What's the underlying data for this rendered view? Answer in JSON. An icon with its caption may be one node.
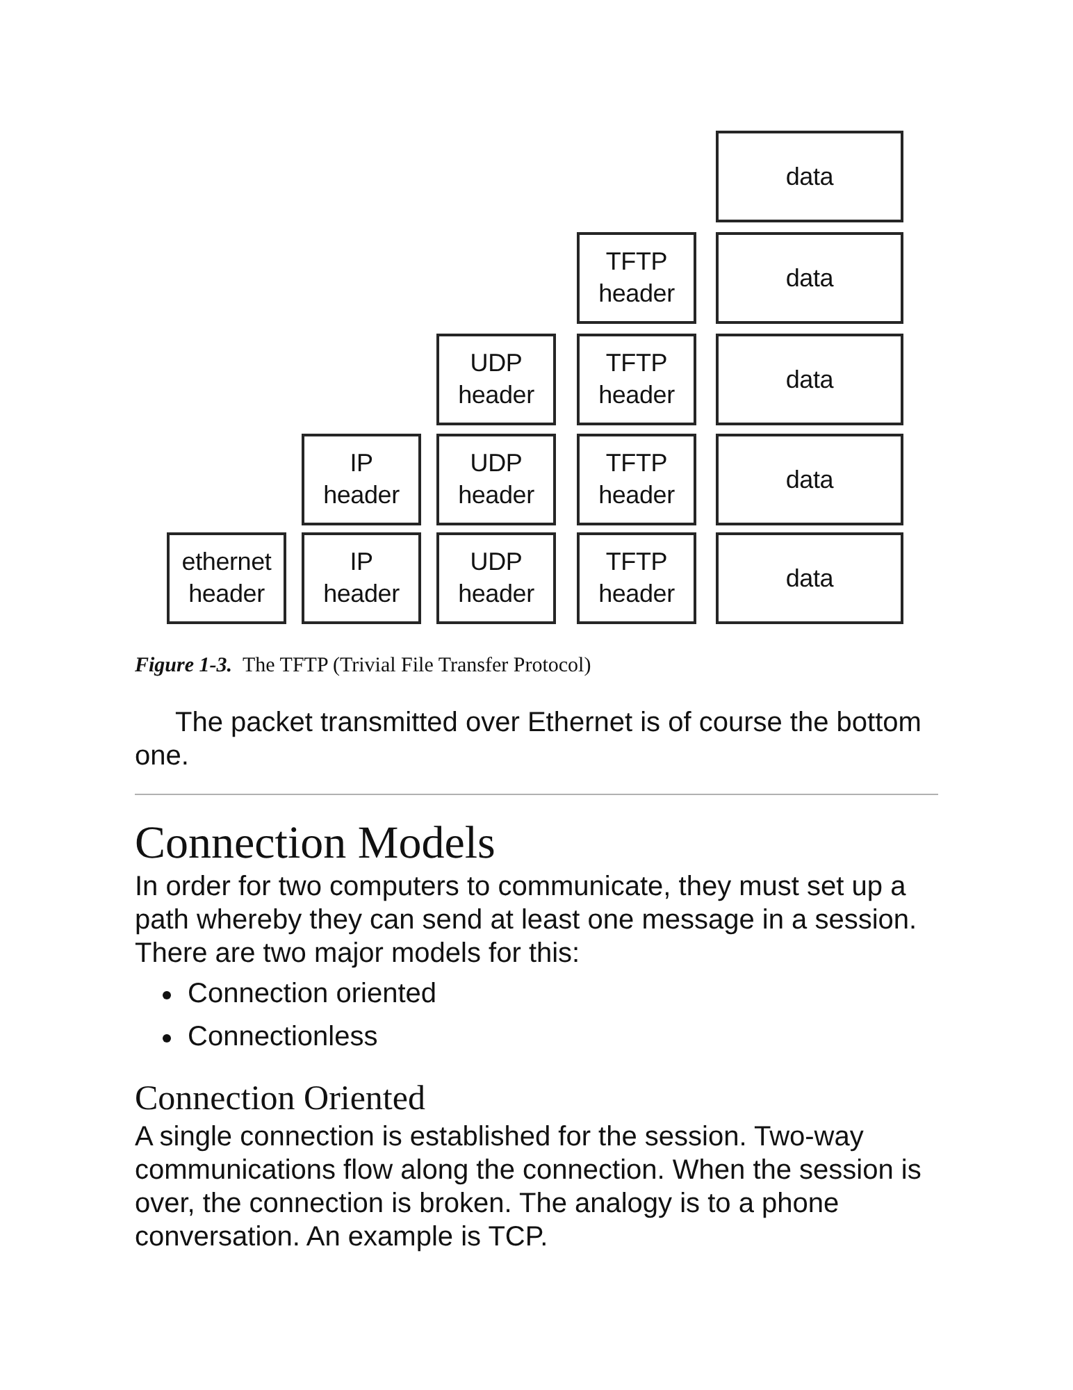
{
  "diagram": {
    "caption": "**Figure 1-3.** The TFTP (Trivial File Transfer Protocol)",
    "nodes": [
      {
        "text": [
          "data"
        ]
      },
      {
        "text": [
          "TFTP header"
        ]
      },
      {
        "text": [
          "data"
        ]
      },
      {
        "text": [
          "UDP header"
        ]
      },
      {
        "text": [
          "TFTP header"
        ]
      },
      {
        "text": [
          "data"
        ]
      },
      {
        "text": [
          "IP header"
        ]
      },
      {
        "text": [
          "UDP header"
        ]
      },
      {
        "text": [
          "TFTP header"
        ]
      },
      {
        "text": [
          "data"
        ]
      },
      {
        "text": [
          "ethernet header"
        ]
      },
      {
        "text": [
          "IP header"
        ]
      },
      {
        "text": [
          "UDP header"
        ]
      },
      {
        "text": [
          "TFTP header"
        ]
      },
      {
        "text": [
          "data"
        ]
      }
    ],
    "labels": [
      "The packet transmitted over Ethernet is of course the bottom one.",
      "Connection Models",
      "In order for two computers to communicate, they must set up a path whereby they can send at least one message in a session. There are two major models for this:",
      "Connection oriented",
      "Connectionless",
      "Connection Oriented",
      "A single connection is established for the session. Two-way communications flow along the connection. When the session is over, the connection is broken. The analogy is to a phone conversation. An example is TCP."
    ]
  }
}
